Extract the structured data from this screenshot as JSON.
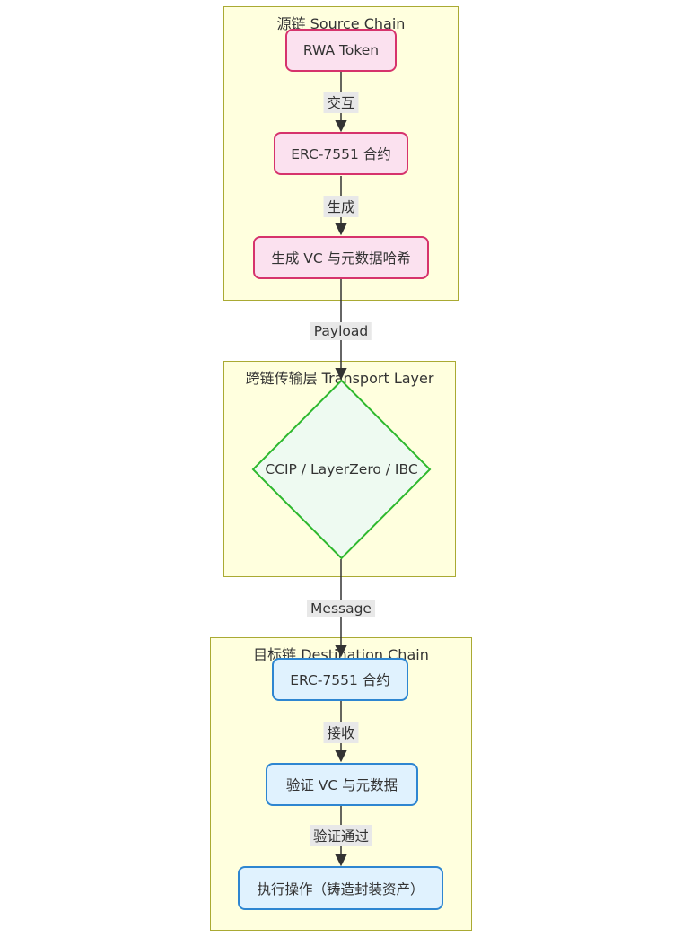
{
  "diagram": {
    "source_chain": {
      "title": "源链 Source Chain",
      "nodes": {
        "rwa_token": "RWA Token",
        "erc7551": "ERC-7551 合约",
        "generate_vc": "生成 VC 与元数据哈希"
      },
      "edge_labels": {
        "interact": "交互",
        "generate": "生成"
      }
    },
    "transport_layer": {
      "title": "跨链传输层 Transport Layer",
      "nodes": {
        "bridge": "CCIP / LayerZero / IBC"
      }
    },
    "destination_chain": {
      "title": "目标链 Destination Chain",
      "nodes": {
        "erc7551": "ERC-7551 合约",
        "verify_vc": "验证 VC 与元数据",
        "execute": "执行操作（铸造封装资产）"
      },
      "edge_labels": {
        "receive": "接收",
        "verified": "验证通过"
      }
    },
    "inter_edge_labels": {
      "payload": "Payload",
      "message": "Message"
    },
    "colors": {
      "subgraph_fill": "#ffffde",
      "subgraph_border": "#aaaa33",
      "source_node_fill": "#fbe1ef",
      "source_node_border": "#d6336c",
      "destination_node_fill": "#e0f2fe",
      "destination_node_border": "#2e86d1",
      "transport_node_fill": "#eefaf1",
      "transport_node_border": "#2eb82e",
      "edge_color": "#333333",
      "edge_label_bg": "#e8e8e8",
      "text_color": "#333333"
    }
  }
}
